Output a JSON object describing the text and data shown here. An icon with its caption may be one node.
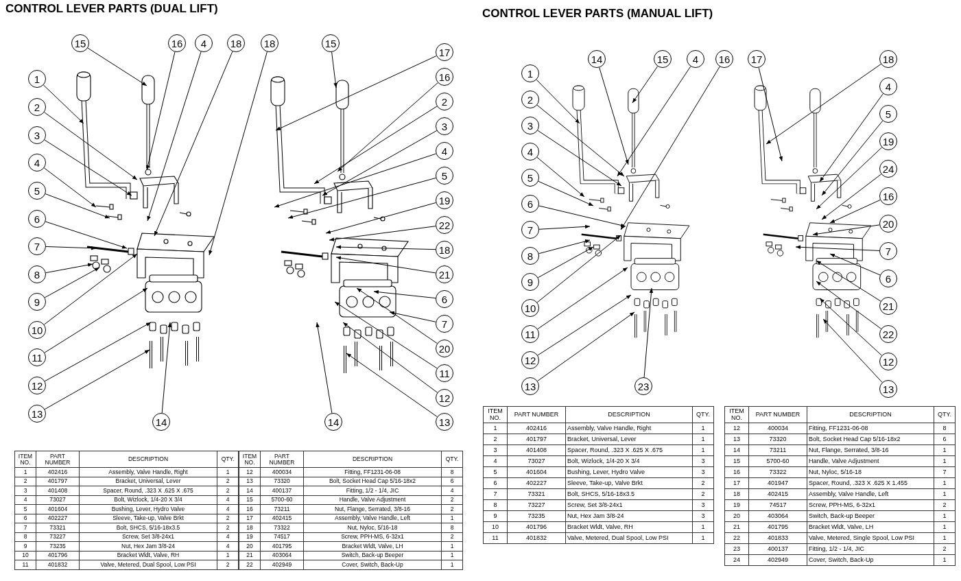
{
  "diagram": {
    "nodes": [
      {
        "text": [
          "15"
        ]
      },
      {
        "text": [
          "16"
        ]
      },
      {
        "text": [
          "4"
        ]
      },
      {
        "text": [
          "18"
        ]
      },
      {
        "text": [
          "18"
        ]
      },
      {
        "text": [
          "15"
        ]
      },
      {
        "text": [
          "1"
        ]
      },
      {
        "text": [
          "2"
        ]
      },
      {
        "text": [
          "3"
        ]
      },
      {
        "text": [
          "4"
        ]
      },
      {
        "text": [
          "5"
        ]
      },
      {
        "text": [
          "6"
        ]
      },
      {
        "text": [
          "7"
        ]
      },
      {
        "text": [
          "8"
        ]
      },
      {
        "text": [
          "9"
        ]
      },
      {
        "text": [
          "10"
        ]
      },
      {
        "text": [
          "11"
        ]
      },
      {
        "text": [
          "12"
        ]
      },
      {
        "text": [
          "13"
        ]
      },
      {
        "text": [
          "14"
        ]
      },
      {
        "text": [
          "14"
        ]
      },
      {
        "text": [
          "17"
        ]
      },
      {
        "text": [
          "16"
        ]
      },
      {
        "text": [
          "2"
        ]
      },
      {
        "text": [
          "3"
        ]
      },
      {
        "text": [
          "4"
        ]
      },
      {
        "text": [
          "5"
        ]
      },
      {
        "text": [
          "19"
        ]
      },
      {
        "text": [
          "22"
        ]
      },
      {
        "text": [
          "18"
        ]
      },
      {
        "text": [
          "21"
        ]
      },
      {
        "text": [
          "6"
        ]
      },
      {
        "text": [
          "7"
        ]
      },
      {
        "text": [
          "20"
        ]
      },
      {
        "text": [
          "11"
        ]
      },
      {
        "text": [
          "12"
        ]
      },
      {
        "text": [
          "13"
        ]
      },
      {
        "text": [
          "14"
        ]
      },
      {
        "text": [
          "15"
        ]
      },
      {
        "text": [
          "4"
        ]
      },
      {
        "text": [
          "16"
        ]
      },
      {
        "text": [
          "17"
        ]
      },
      {
        "text": [
          "18"
        ]
      },
      {
        "text": [
          "1"
        ]
      },
      {
        "text": [
          "2"
        ]
      },
      {
        "text": [
          "3"
        ]
      },
      {
        "text": [
          "4"
        ]
      },
      {
        "text": [
          "5"
        ]
      },
      {
        "text": [
          "6"
        ]
      },
      {
        "text": [
          "7"
        ]
      },
      {
        "text": [
          "8"
        ]
      },
      {
        "text": [
          "9"
        ]
      },
      {
        "text": [
          "10"
        ]
      },
      {
        "text": [
          "11"
        ]
      },
      {
        "text": [
          "12"
        ]
      },
      {
        "text": [
          "13"
        ]
      },
      {
        "text": [
          "23"
        ]
      },
      {
        "text": [
          "4"
        ]
      },
      {
        "text": [
          "5"
        ]
      },
      {
        "text": [
          "19"
        ]
      },
      {
        "text": [
          "24"
        ]
      },
      {
        "text": [
          "16"
        ]
      },
      {
        "text": [
          "20"
        ]
      },
      {
        "text": [
          "7"
        ]
      },
      {
        "text": [
          "6"
        ]
      },
      {
        "text": [
          "21"
        ]
      },
      {
        "text": [
          "22"
        ]
      },
      {
        "text": [
          "12"
        ]
      },
      {
        "text": [
          "13"
        ]
      }
    ],
    "edges": [
      {
        "from": 0,
        "to": null,
        "arrow": "to"
      },
      {
        "from": 1,
        "to": null,
        "arrow": "to"
      },
      {
        "from": 2,
        "to": null,
        "arrow": "to"
      },
      {
        "from": 3,
        "to": null,
        "arrow": "to"
      },
      {
        "from": 4,
        "to": null,
        "arrow": "to"
      },
      {
        "from": 5,
        "to": null,
        "arrow": "to"
      },
      {
        "from": 6,
        "to": null,
        "arrow": "to"
      },
      {
        "from": 7,
        "to": null,
        "arrow": "to"
      },
      {
        "from": 8,
        "to": null,
        "arrow": "to"
      },
      {
        "from": 9,
        "to": null,
        "arrow": "to"
      },
      {
        "from": 10,
        "to": null,
        "arrow": "to"
      },
      {
        "from": 11,
        "to": null,
        "arrow": "to"
      },
      {
        "from": 12,
        "to": null,
        "arrow": "to"
      },
      {
        "from": 13,
        "to": null,
        "arrow": "to"
      },
      {
        "from": 14,
        "to": null,
        "arrow": "to"
      },
      {
        "from": 15,
        "to": null,
        "arrow": "to"
      },
      {
        "from": 16,
        "to": null,
        "arrow": "to"
      },
      {
        "from": 17,
        "to": null,
        "arrow": "to"
      },
      {
        "from": 18,
        "to": null,
        "arrow": "to"
      },
      {
        "from": 19,
        "to": null,
        "arrow": "to"
      },
      {
        "from": 20,
        "to": null,
        "arrow": "to"
      },
      {
        "from": 21,
        "to": null,
        "arrow": "to"
      },
      {
        "from": 22,
        "to": null,
        "arrow": "to"
      },
      {
        "from": 23,
        "to": null,
        "arrow": "to"
      },
      {
        "from": 24,
        "to": null,
        "arrow": "to"
      },
      {
        "from": 25,
        "to": null,
        "arrow": "to"
      },
      {
        "from": 26,
        "to": null,
        "arrow": "to"
      },
      {
        "from": 27,
        "to": null,
        "arrow": "to"
      },
      {
        "from": 28,
        "to": null,
        "arrow": "to"
      },
      {
        "from": 29,
        "to": null,
        "arrow": "to"
      },
      {
        "from": 30,
        "to": null,
        "arrow": "to"
      },
      {
        "from": 31,
        "to": null,
        "arrow": "to"
      },
      {
        "from": 32,
        "to": null,
        "arrow": "to"
      },
      {
        "from": 33,
        "to": null,
        "arrow": "to"
      },
      {
        "from": 34,
        "to": null,
        "arrow": "to"
      },
      {
        "from": 35,
        "to": null,
        "arrow": "to"
      },
      {
        "from": 36,
        "to": null,
        "arrow": "to"
      },
      {
        "from": 37,
        "to": null,
        "arrow": "to"
      },
      {
        "from": 38,
        "to": null,
        "arrow": "to"
      },
      {
        "from": 39,
        "to": null,
        "arrow": "to"
      },
      {
        "from": 40,
        "to": null,
        "arrow": "to"
      },
      {
        "from": 41,
        "to": null,
        "arrow": "to"
      },
      {
        "from": 42,
        "to": null,
        "arrow": "to"
      },
      {
        "from": 43,
        "to": null,
        "arrow": "to"
      },
      {
        "from": 44,
        "to": null,
        "arrow": "to"
      },
      {
        "from": 45,
        "to": null,
        "arrow": "to"
      },
      {
        "from": 46,
        "to": null,
        "arrow": "to"
      },
      {
        "from": 47,
        "to": null,
        "arrow": "to"
      },
      {
        "from": 48,
        "to": null,
        "arrow": "to"
      },
      {
        "from": 49,
        "to": null,
        "arrow": "to"
      },
      {
        "from": 50,
        "to": null,
        "arrow": "to"
      },
      {
        "from": 51,
        "to": null,
        "arrow": "to"
      },
      {
        "from": 52,
        "to": null,
        "arrow": "to"
      },
      {
        "from": 53,
        "to": null,
        "arrow": "to"
      },
      {
        "from": 54,
        "to": null,
        "arrow": "to"
      },
      {
        "from": 55,
        "to": null,
        "arrow": "to"
      },
      {
        "from": 56,
        "to": null,
        "arrow": "to"
      },
      {
        "from": 57,
        "to": null,
        "arrow": "to"
      },
      {
        "from": 58,
        "to": null,
        "arrow": "to"
      },
      {
        "from": 59,
        "to": null,
        "arrow": "to"
      },
      {
        "from": 60,
        "to": null,
        "arrow": "to"
      },
      {
        "from": 61,
        "to": null,
        "arrow": "to"
      },
      {
        "from": 62,
        "to": null,
        "arrow": "to"
      },
      {
        "from": 63,
        "to": null,
        "arrow": "to"
      },
      {
        "from": 64,
        "to": null,
        "arrow": "to"
      },
      {
        "from": 65,
        "to": null,
        "arrow": "to"
      },
      {
        "from": 66,
        "to": null,
        "arrow": "to"
      },
      {
        "from": 67,
        "to": null,
        "arrow": "to"
      },
      {
        "from": 68,
        "to": null,
        "arrow": "to"
      }
    ],
    "labels": [
      "CONTROL LEVER PARTS (DUAL LIFT)",
      "ITEM NO.",
      "PART NUMBER",
      "DESCRIPTION",
      "QTY.",
      "ITEM NO.",
      "PART NUMBER",
      "DESCRIPTION",
      "QTY.",
      "1",
      "402416",
      "Assembly, Valve Handle, Right",
      "1",
      "12",
      "400034",
      "Fitting, FF1231-06-08",
      "8",
      "2",
      "401797",
      "Bracket, Universal, Lever",
      "2",
      "13",
      "73320",
      "Bolt, Socket Head Cap 5/16-18x2",
      "6",
      "3",
      "401408",
      "Spacer, Round, .323 X .625 X .675",
      "2",
      "14",
      "400137",
      "Fitting, 1/2 - 1/4, JIC",
      "4",
      "4",
      "73027",
      "Bolt, Wizlock, 1/4-20 X 3/4",
      "4",
      "15",
      "5700-60",
      "Handle, Valve Adjustment",
      "2",
      "5",
      "401604",
      "Bushing, Lever, Hydro Valve",
      "4",
      "16",
      "73211",
      "Nut, Flange, Serrated, 3/8-16",
      "2",
      "6",
      "402227",
      "Sleeve, Take-up, Valve Brkt",
      "2",
      "17",
      "402415",
      "Assembly, Valve Handle, Left",
      "1",
      "7",
      "73321",
      "Bolt, SHCS, 5/16-18x3.5",
      "2",
      "18",
      "73322",
      "Nut, Nyloc, 5/16-18",
      "8",
      "8",
      "73227",
      "Screw, Set 3/8-24x1",
      "4",
      "19",
      "74517",
      "Screw, PPH-MS, 6-32x1",
      "2",
      "9",
      "73235",
      "Nut, Hex Jam 3/8-24",
      "4",
      "20",
      "401795",
      "Bracket Wldt, Valve, LH",
      "1",
      "10",
      "401796",
      "Bracket Wldt, Valve, RH",
      "1",
      "21",
      "403064",
      "Switch, Back-up Beeper",
      "1",
      "11",
      "401832",
      "Valve, Metered, Dual Spool, Low PSI",
      "2",
      "22",
      "402949",
      "Cover, Switch, Back-Up",
      "1",
      "CONTROL LEVER PARTS (MANUAL LIFT)",
      "ITEM NO.",
      "PART NUMBER",
      "DESCRIPTION",
      "QTY.",
      "1",
      "402416",
      "Assembly, Valve Handle, Right",
      "1",
      "2",
      "401797",
      "Bracket, Universal, Lever",
      "1",
      "3",
      "401408",
      "Spacer, Round, .323 X .625 X .675",
      "1",
      "4",
      "73027",
      "Bolt, Wizlock, 1/4-20 X 3/4",
      "3",
      "5",
      "401604",
      "Bushing, Lever, Hydro Valve",
      "3",
      "6",
      "402227",
      "Sleeve, Take-up, Valve Brkt",
      "2",
      "7",
      "73321",
      "Bolt, SHCS, 5/16-18x3.5",
      "2",
      "8",
      "73227",
      "Screw, Set 3/8-24x1",
      "3",
      "9",
      "73235",
      "Nut, Hex Jam 3/8-24",
      "3",
      "10",
      "401796",
      "Bracket Wldt, Valve, RH",
      "1",
      "11",
      "401832",
      "Valve, Metered, Dual Spool, Low PSI",
      "1",
      "ITEM NO.",
      "PART NUMBER",
      "DESCRIPTION",
      "QTY.",
      "12",
      "400034",
      "Fitting, FF1231-06-08",
      "8",
      "13",
      "73320",
      "Bolt, Socket Head Cap 5/16-18x2",
      "6",
      "14",
      "73211",
      "Nut, Flange, Serrated, 3/8-16",
      "1",
      "15",
      "5700-60",
      "Handle, Valve Adjustment",
      "1",
      "16",
      "73322",
      "Nut, Nyloc, 5/16-18",
      "7",
      "17",
      "401947",
      "Spacer, Round, .323 X .625 X 1.455",
      "1",
      "18",
      "402415",
      "Assembly, Valve Handle, Left",
      "1",
      "19",
      "74517",
      "Screw, PPH-MS, 6-32x1",
      "2",
      "20",
      "403064",
      "Switch, Back-up Beeper",
      "1",
      "21",
      "401795",
      "Bracket Wldt, Valve, LH",
      "1",
      "22",
      "401833",
      "Valve, Metered, Single Spool, Low PSI",
      "1",
      "23",
      "400137",
      "Fitting, 1/2 - 1/4, JIC",
      "2",
      "24",
      "402949",
      "Cover, Switch, Back-Up",
      "1"
    ]
  }
}
